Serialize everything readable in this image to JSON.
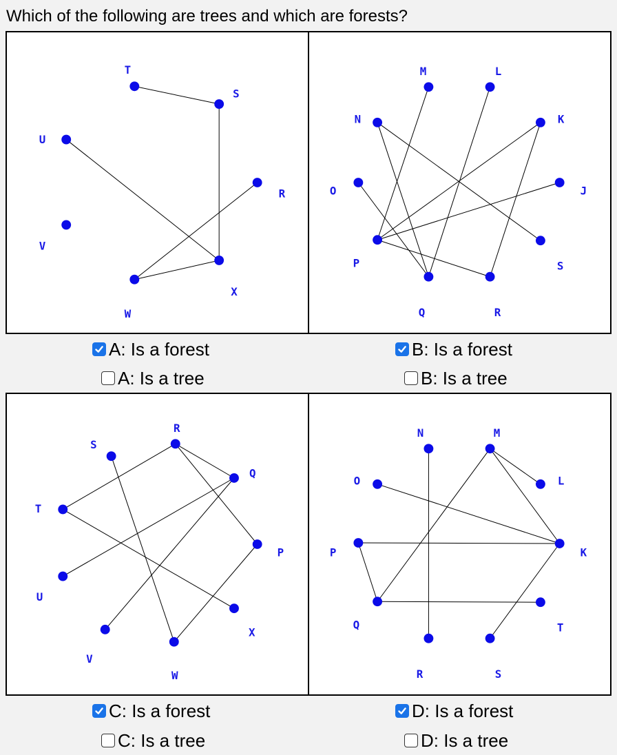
{
  "question": "Which of the following are trees and which are forests?",
  "graphs": {
    "A": {
      "nodes": {
        "T": "T",
        "S": "S",
        "U": "U",
        "R": "R",
        "V": "V",
        "X": "X",
        "W": "W"
      },
      "edges": [
        [
          "T",
          "S"
        ],
        [
          "S",
          "X"
        ],
        [
          "U",
          "X"
        ],
        [
          "R",
          "W"
        ],
        [
          "W",
          "X"
        ]
      ]
    },
    "B": {
      "nodes": {
        "M": "M",
        "L": "L",
        "N": "N",
        "K": "K",
        "O": "O",
        "J": "J",
        "P": "P",
        "S": "S",
        "Q": "Q",
        "R": "R"
      },
      "edges": [
        [
          "M",
          "P"
        ],
        [
          "L",
          "Q"
        ],
        [
          "N",
          "Q"
        ],
        [
          "N",
          "S"
        ],
        [
          "K",
          "P"
        ],
        [
          "K",
          "R"
        ],
        [
          "O",
          "Q"
        ],
        [
          "J",
          "P"
        ],
        [
          "P",
          "R"
        ]
      ]
    },
    "C": {
      "nodes": {
        "S": "S",
        "R": "R",
        "Q": "Q",
        "T": "T",
        "P": "P",
        "U": "U",
        "X": "X",
        "V": "V",
        "W": "W"
      },
      "edges": [
        [
          "S",
          "W"
        ],
        [
          "R",
          "T"
        ],
        [
          "R",
          "Q"
        ],
        [
          "R",
          "P"
        ],
        [
          "Q",
          "U"
        ],
        [
          "Q",
          "V"
        ],
        [
          "T",
          "X"
        ],
        [
          "P",
          "W"
        ]
      ]
    },
    "D": {
      "nodes": {
        "N": "N",
        "M": "M",
        "O": "O",
        "L": "L",
        "P": "P",
        "K": "K",
        "Q": "Q",
        "T": "T",
        "R": "R",
        "S": "S"
      },
      "edges": [
        [
          "N",
          "R"
        ],
        [
          "M",
          "L"
        ],
        [
          "M",
          "K"
        ],
        [
          "M",
          "Q"
        ],
        [
          "O",
          "K"
        ],
        [
          "P",
          "K"
        ],
        [
          "P",
          "Q"
        ],
        [
          "Q",
          "T"
        ],
        [
          "K",
          "S"
        ]
      ]
    }
  },
  "options": {
    "A": {
      "forest": {
        "label": "A: Is a forest",
        "checked": true
      },
      "tree": {
        "label": "A: Is a tree",
        "checked": false
      }
    },
    "B": {
      "forest": {
        "label": "B: Is a forest",
        "checked": true
      },
      "tree": {
        "label": "B: Is a tree",
        "checked": false
      }
    },
    "C": {
      "forest": {
        "label": "C: Is a forest",
        "checked": true
      },
      "tree": {
        "label": "C: Is a tree",
        "checked": false
      }
    },
    "D": {
      "forest": {
        "label": "D: Is a forest",
        "checked": true
      },
      "tree": {
        "label": "D: Is a tree",
        "checked": false
      }
    }
  }
}
